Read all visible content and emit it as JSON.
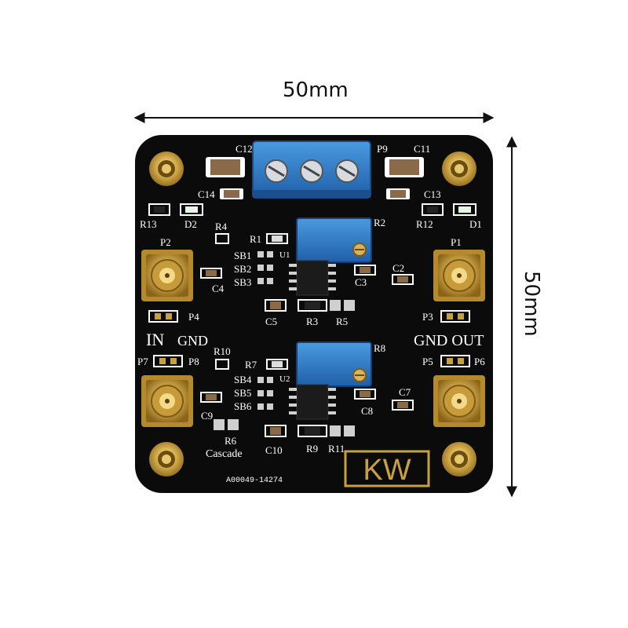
{
  "dimensions": {
    "width": "50mm",
    "height": "50mm"
  },
  "board": {
    "colors": {
      "pcb": "#0b0b0b",
      "gold": "#c9a040",
      "terminal": "#2f7fc6",
      "pot": "#2d6fc9",
      "silk": "#ffffff"
    },
    "labels": {
      "c12": "C12",
      "p9": "P9",
      "c11": "C11",
      "c14": "C14",
      "c13": "C13",
      "r13": "R13",
      "d2": "D2",
      "r12": "R12",
      "d1": "D1",
      "r4": "R4",
      "r1": "R1",
      "u1": "U1",
      "r2": "R2",
      "sb1": "SB1",
      "sb2": "SB2",
      "sb3": "SB3",
      "p2": "P2",
      "p1": "P1",
      "c4": "C4",
      "c3": "C3",
      "c2": "C2",
      "c5": "C5",
      "r3": "R3",
      "r5": "R5",
      "p4": "P4",
      "p3": "P3",
      "in": "IN",
      "gnd_left": "GND",
      "gnd_out": "GND OUT",
      "p7": "P7",
      "p8": "P8",
      "p5": "P5",
      "p6": "P6",
      "r10": "R10",
      "r7": "R7",
      "u2": "U2",
      "r8": "R8",
      "sb4": "SB4",
      "sb5": "SB5",
      "sb6": "SB6",
      "c9": "C9",
      "c8": "C8",
      "c7": "C7",
      "r6": "R6",
      "cascade": "Cascade",
      "c10": "C10",
      "r9": "R9",
      "r11": "R11",
      "serial": "A00049-14274",
      "logo": "KW"
    }
  }
}
